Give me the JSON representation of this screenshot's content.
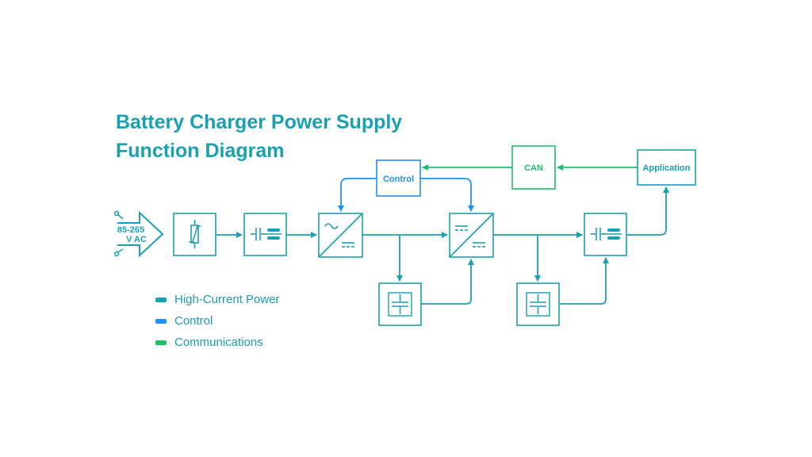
{
  "title": {
    "line1": "Battery Charger Power Supply",
    "line2": "Function Diagram"
  },
  "input": {
    "line1": "85-265",
    "line2": "V AC"
  },
  "blocks": {
    "control": "Control",
    "can": "CAN",
    "application": "Application"
  },
  "legend": [
    {
      "label": "High-Current Power",
      "color": "#1aa0b3"
    },
    {
      "label": "Control",
      "color": "#1e90ff"
    },
    {
      "label": "Communications",
      "color": "#1fbf6a"
    }
  ],
  "colors": {
    "power": "#1aa0b3",
    "control": "#1e90ff",
    "comms": "#1fbf6a",
    "title": "#1aa0b3"
  }
}
